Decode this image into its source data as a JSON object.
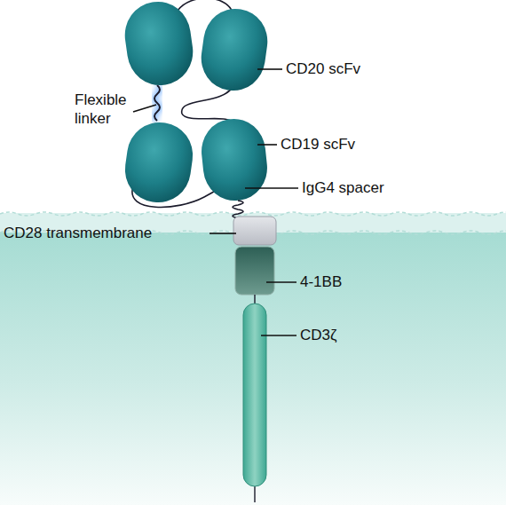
{
  "diagram": {
    "labels": [
      "CD20 scFv",
      "Flexible linker",
      "CD19 scFv",
      "IgG4 spacer",
      "CD28 transmembrane",
      "4-1BB",
      "CD3ζ"
    ]
  }
}
